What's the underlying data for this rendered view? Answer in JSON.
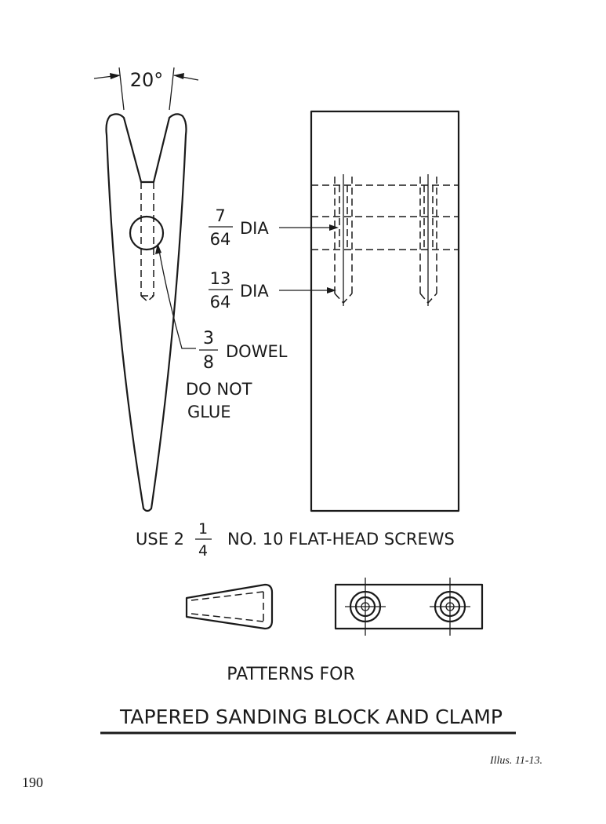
{
  "labels": {
    "angle": "20°",
    "screw_hole_fraction_num": "7",
    "screw_hole_fraction_den": "64",
    "screw_hole_suffix": "DIA",
    "clearance_fraction_num": "13",
    "clearance_fraction_den": "64",
    "clearance_suffix": "DIA",
    "dowel_fraction_num": "3",
    "dowel_fraction_den": "8",
    "dowel_suffix": "DOWEL",
    "dowel_note_line1": "DO NOT",
    "dowel_note_line2": "GLUE",
    "screws_prefix": "USE 2",
    "screws_fraction_num": "1",
    "screws_fraction_den": "4",
    "screws_suffix": "NO. 10 FLAT-HEAD SCREWS"
  },
  "titles": {
    "subtitle": "PATTERNS FOR",
    "main": "TAPERED SANDING BLOCK AND CLAMP"
  },
  "caption": {
    "illustration": "Illus. 11-13.",
    "page_number": "190"
  }
}
